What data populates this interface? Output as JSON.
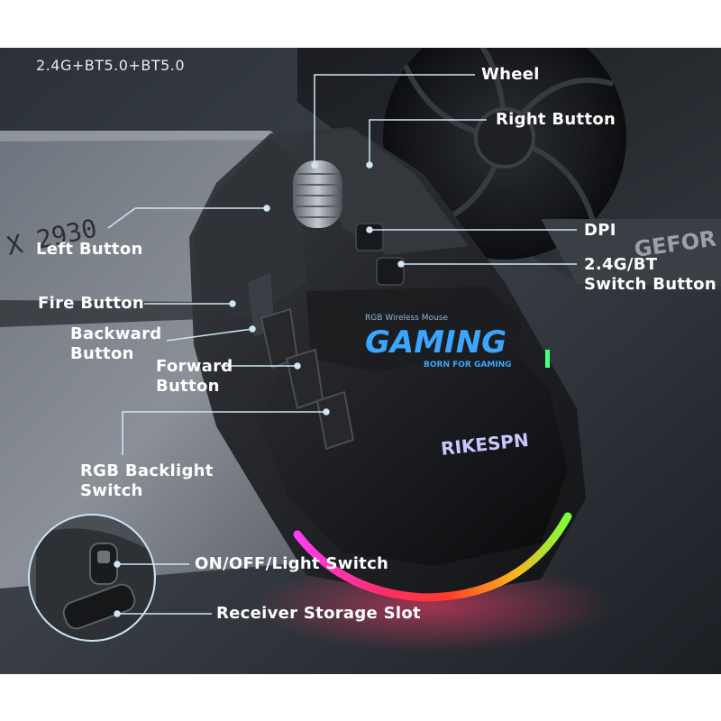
{
  "spec_text": "2.4G+BT5.0+BT5.0",
  "labels": {
    "wheel": "Wheel",
    "right_button": "Right Button",
    "left_button": "Left Button",
    "dpi": "DPI",
    "switch_button": [
      "2.4G/BT",
      "Switch Button"
    ],
    "fire_button": "Fire Button",
    "backward_button": [
      "Backward",
      "Button"
    ],
    "forward_button": [
      "Forward",
      "Button"
    ],
    "rgb_backlight_switch": [
      "RGB Backlight",
      "Switch"
    ],
    "on_off_light_switch": "ON/OFF/Light Switch",
    "receiver_storage_slot": "Receiver Storage Slot"
  },
  "mouse_print": {
    "badge": "RGB Wireless Mouse",
    "gaming": "GAMING",
    "tagline": "BORN FOR GAMING",
    "brand": "RIKESPN"
  },
  "background_print": {
    "device_text": "X 2930",
    "gpu_text": "GEFOR"
  },
  "colors": {
    "label": "#ffffff",
    "leader_line": "#cfe6f5",
    "gaming_blue": "#3aa6ff"
  }
}
